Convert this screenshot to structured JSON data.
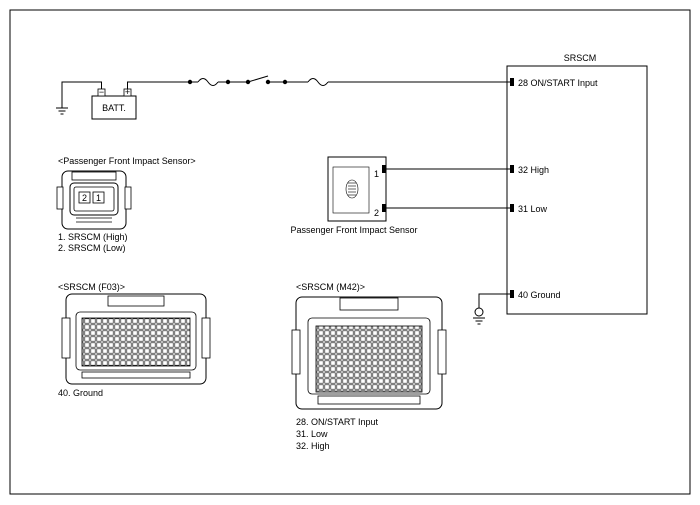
{
  "module": {
    "title": "SRSCM",
    "pins": [
      {
        "label": "28 ON/START Input"
      },
      {
        "label": "32 High"
      },
      {
        "label": "31 Low"
      },
      {
        "label": "40 Ground"
      }
    ]
  },
  "battery": {
    "label": "BATT."
  },
  "sensor": {
    "name": "Passenger Front Impact Sensor",
    "pin1": "1",
    "pin2": "2"
  },
  "sensor_connector": {
    "title": "<Passenger Front Impact Sensor>",
    "cavity_left": "2",
    "cavity_right": "1",
    "pins": [
      "1. SRSCM (High)",
      "2. SRSCM (Low)"
    ]
  },
  "connector_f03": {
    "title": "<SRSCM (F03)>",
    "pins": [
      "40. Ground"
    ]
  },
  "connector_m42": {
    "title": "<SRSCM (M42)>",
    "pins": [
      "28. ON/START Input",
      "31. Low",
      "32. High"
    ]
  }
}
